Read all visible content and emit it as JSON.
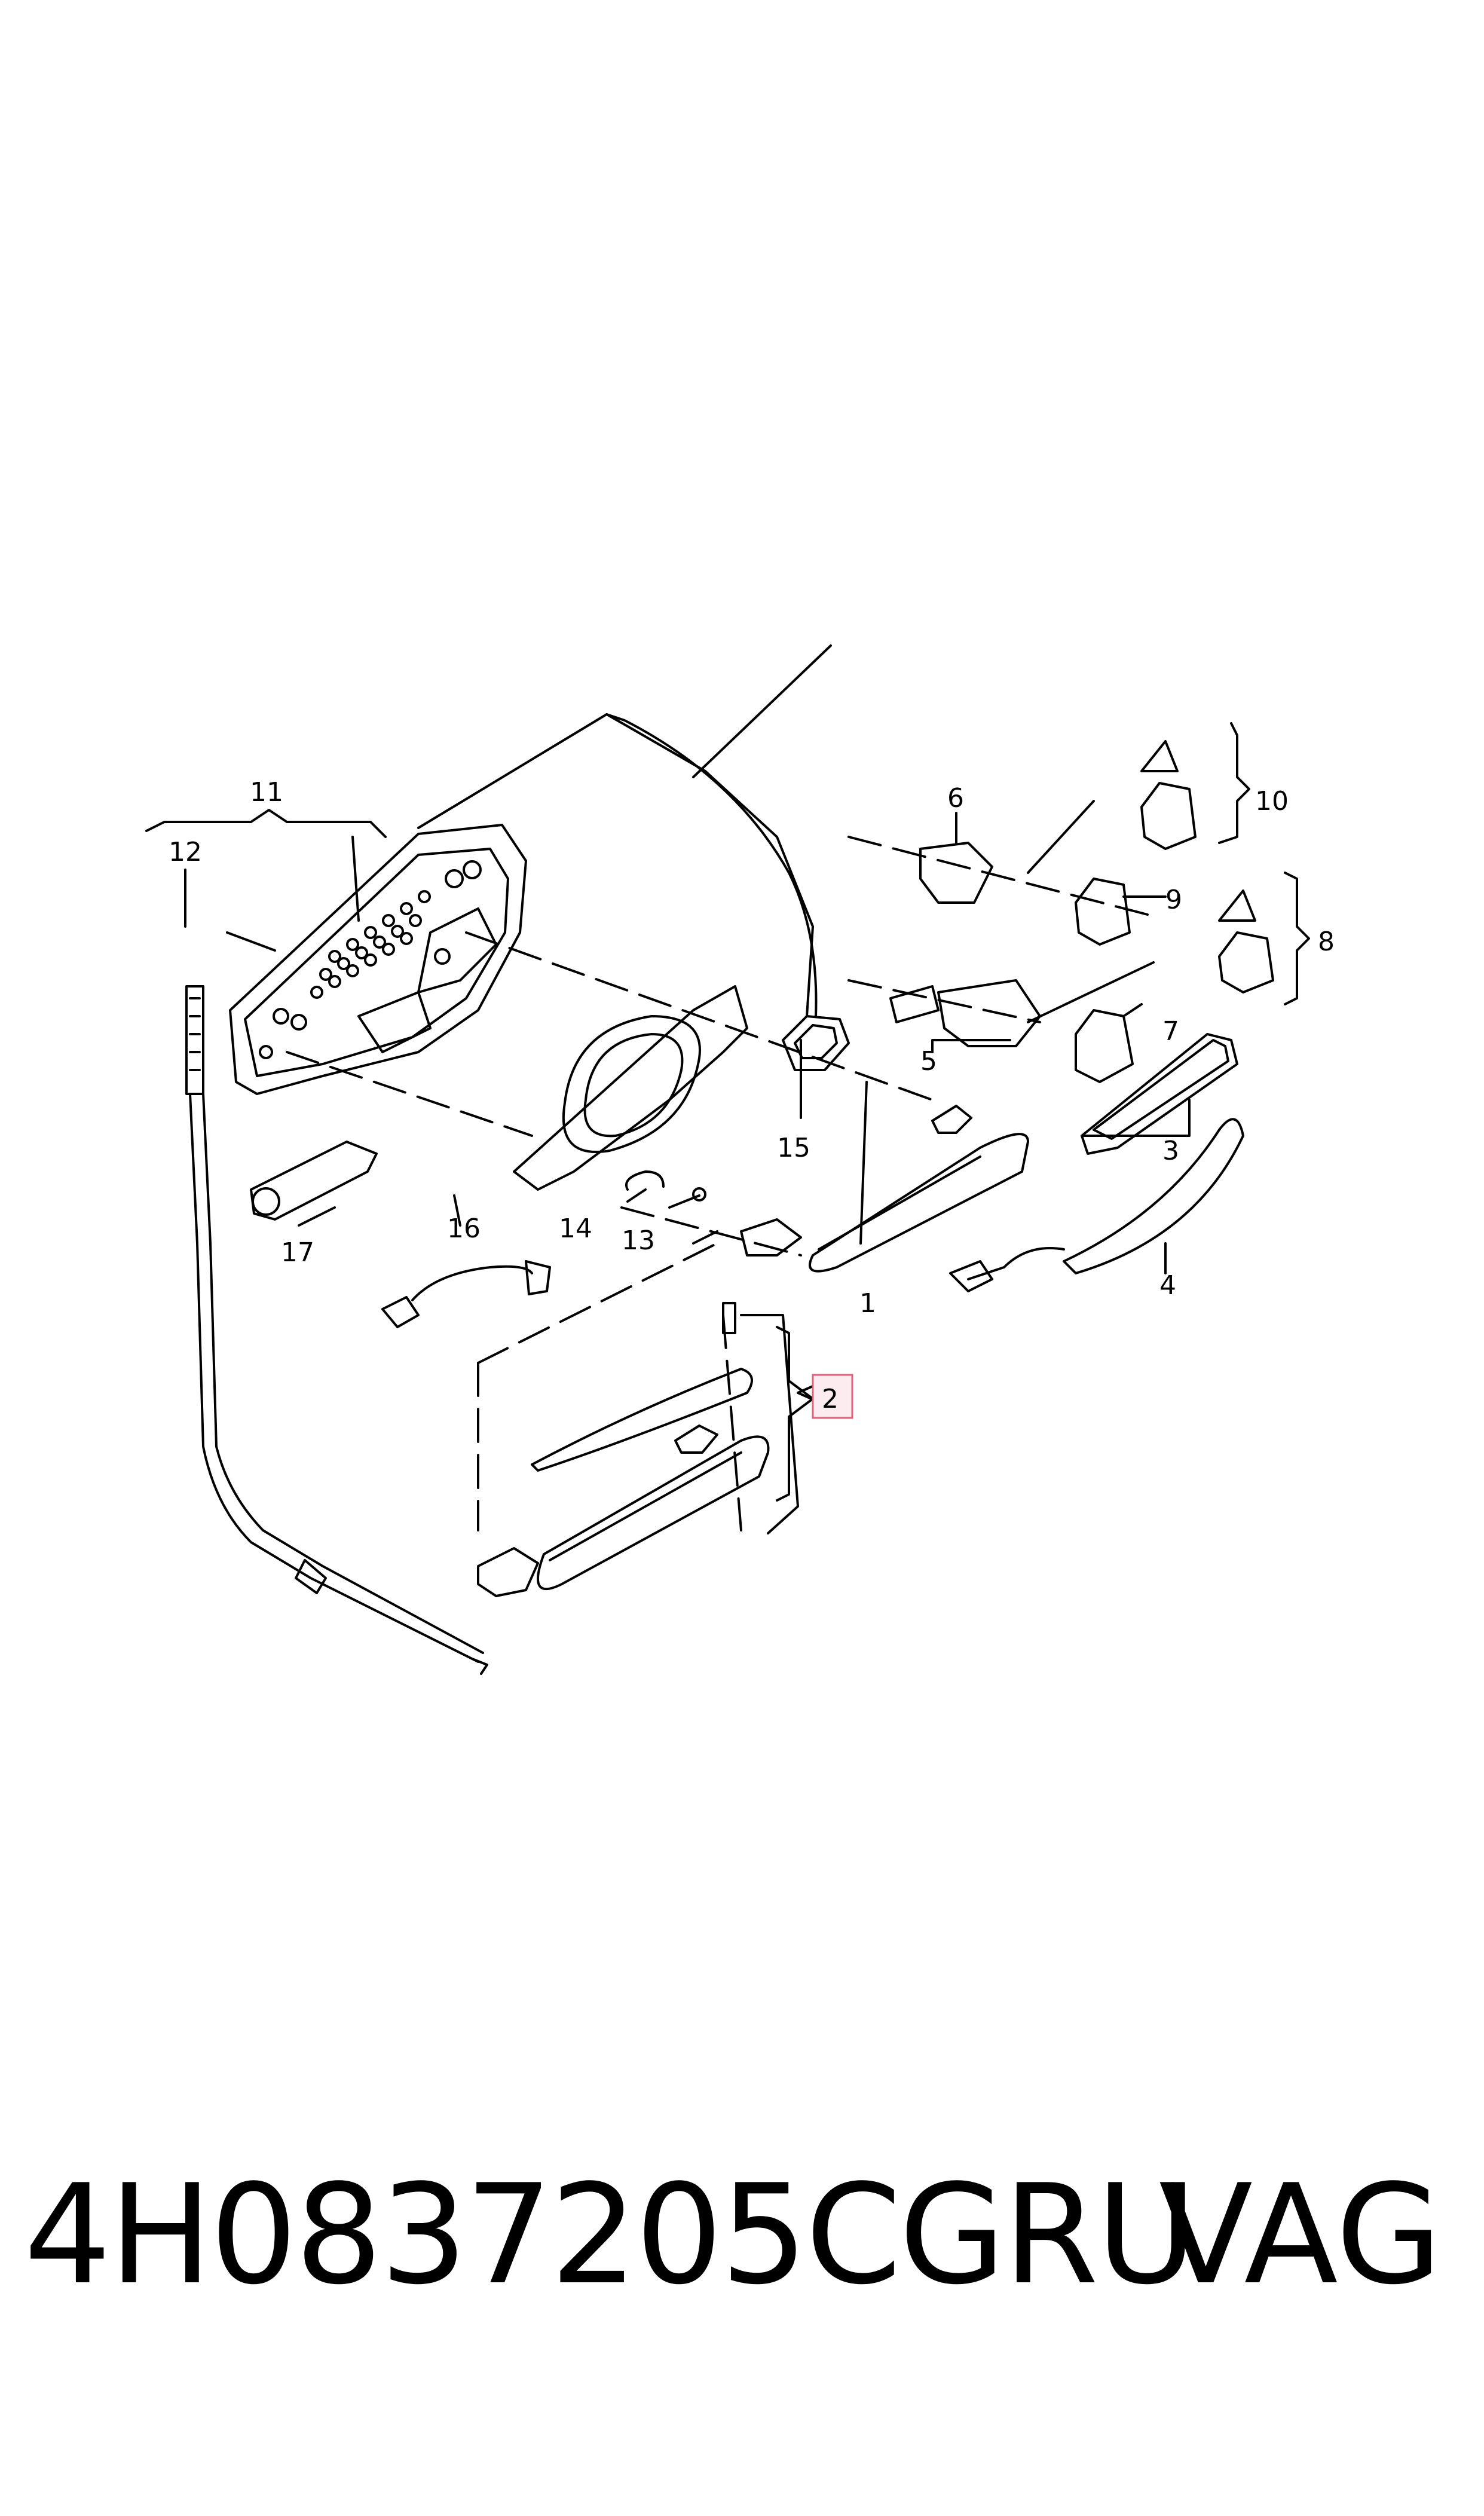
{
  "diagram": {
    "callouts": {
      "c1": "1",
      "c2": "2",
      "c3": "3",
      "c4": "4",
      "c5": "5",
      "c6": "6",
      "c7": "7",
      "c8": "8",
      "c9": "9",
      "c10": "10",
      "c11": "11",
      "c12": "12",
      "c13": "13",
      "c14": "14",
      "c15": "15",
      "c16": "16",
      "c17": "17"
    },
    "highlighted_callout": "2",
    "highlight_color": "#e0607a",
    "line_color": "#000000"
  },
  "footer": {
    "part_number": "4H0837205CGRU",
    "brand": "VAG"
  }
}
